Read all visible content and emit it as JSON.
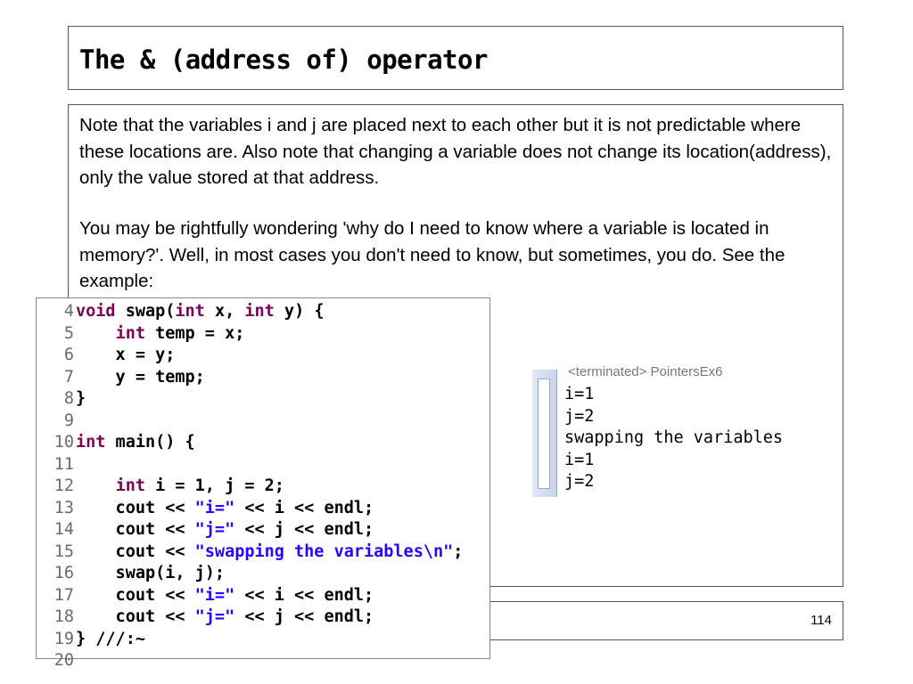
{
  "slide": {
    "title": "The & (address of) operator",
    "paragraphs": [
      "Note that the variables i and j are placed next to each other but it is not predictable where these locations are. Also note that changing a variable does not change its location(address), only the value stored at that address.",
      "You may be rightfully wondering 'why do I need to know where a variable is located in memory?'. Well, in most cases you don't need to know, but sometimes, you do. See the example:"
    ],
    "page_number": "114"
  },
  "code": {
    "lines": [
      {
        "n": "4",
        "segments": [
          {
            "t": "void",
            "c": "kw"
          },
          {
            "t": " swap(",
            "c": ""
          },
          {
            "t": "int",
            "c": "kw"
          },
          {
            "t": " x, ",
            "c": ""
          },
          {
            "t": "int",
            "c": "kw"
          },
          {
            "t": " y) {",
            "c": ""
          }
        ]
      },
      {
        "n": "5",
        "segments": [
          {
            "t": "    ",
            "c": ""
          },
          {
            "t": "int",
            "c": "kw"
          },
          {
            "t": " temp = x;",
            "c": ""
          }
        ]
      },
      {
        "n": "6",
        "segments": [
          {
            "t": "    x = y;",
            "c": ""
          }
        ]
      },
      {
        "n": "7",
        "segments": [
          {
            "t": "    y = temp;",
            "c": ""
          }
        ]
      },
      {
        "n": "8",
        "segments": [
          {
            "t": "}",
            "c": ""
          }
        ]
      },
      {
        "n": "9",
        "segments": []
      },
      {
        "n": "10",
        "segments": [
          {
            "t": "int",
            "c": "kw"
          },
          {
            "t": " main() {",
            "c": ""
          }
        ]
      },
      {
        "n": "11",
        "segments": []
      },
      {
        "n": "12",
        "segments": [
          {
            "t": "    ",
            "c": ""
          },
          {
            "t": "int",
            "c": "kw"
          },
          {
            "t": " i = 1, j = 2;",
            "c": ""
          }
        ]
      },
      {
        "n": "13",
        "segments": [
          {
            "t": "    cout << ",
            "c": ""
          },
          {
            "t": "\"i=\"",
            "c": "st"
          },
          {
            "t": " << i << endl;",
            "c": ""
          }
        ]
      },
      {
        "n": "14",
        "segments": [
          {
            "t": "    cout << ",
            "c": ""
          },
          {
            "t": "\"j=\"",
            "c": "st"
          },
          {
            "t": " << j << endl;",
            "c": ""
          }
        ]
      },
      {
        "n": "15",
        "segments": [
          {
            "t": "    cout << ",
            "c": ""
          },
          {
            "t": "\"swapping the variables\\n\"",
            "c": "st"
          },
          {
            "t": ";",
            "c": ""
          }
        ]
      },
      {
        "n": "16",
        "segments": [
          {
            "t": "    swap(i, j);",
            "c": ""
          }
        ]
      },
      {
        "n": "17",
        "segments": [
          {
            "t": "    cout << ",
            "c": ""
          },
          {
            "t": "\"i=\"",
            "c": "st"
          },
          {
            "t": " << i << endl;",
            "c": ""
          }
        ]
      },
      {
        "n": "18",
        "segments": [
          {
            "t": "    cout << ",
            "c": ""
          },
          {
            "t": "\"j=\"",
            "c": "st"
          },
          {
            "t": " << j << endl;",
            "c": ""
          }
        ]
      },
      {
        "n": "19",
        "segments": [
          {
            "t": "} ///:~",
            "c": ""
          }
        ]
      },
      {
        "n": "20",
        "segments": []
      }
    ]
  },
  "console": {
    "header": "<terminated> PointersEx6",
    "lines": [
      "i=1",
      "j=2",
      "swapping the variables",
      "i=1",
      "j=2"
    ]
  }
}
